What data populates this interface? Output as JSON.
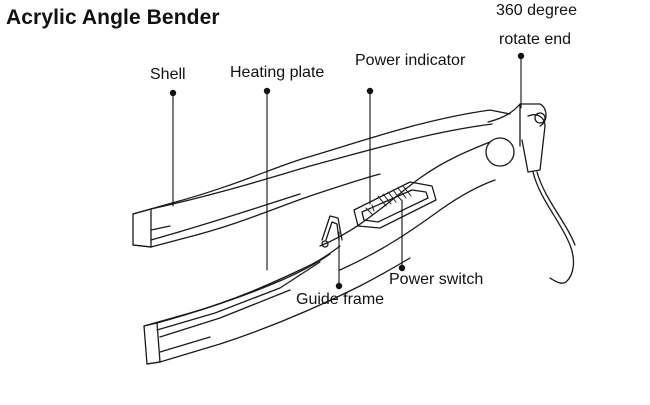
{
  "title": "Acrylic Angle Bender",
  "labels": {
    "shell": "Shell",
    "heating_plate": "Heating plate",
    "power_indicator": "Power indicator",
    "rotate_end_line1": "360 degree",
    "rotate_end_line2": "rotate end",
    "power_switch": "Power switch",
    "guide_frame": "Guide frame"
  },
  "colors": {
    "line": "#1a1a1a",
    "background": "#ffffff"
  }
}
